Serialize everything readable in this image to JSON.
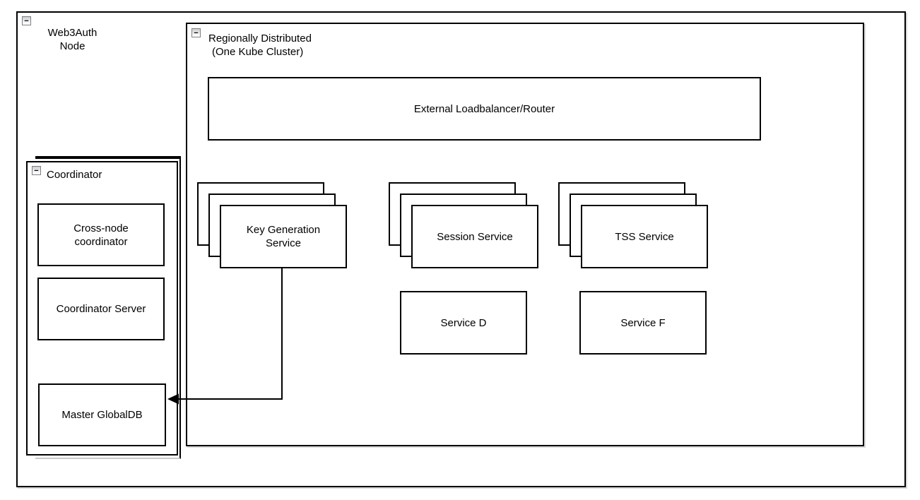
{
  "web3auth_node": {
    "title_line1": "Web3Auth",
    "title_line2": "Node",
    "collapse_glyph": "−"
  },
  "regionally_distributed": {
    "title_line1": "Regionally Distributed",
    "title_line2": "(One Kube Cluster)",
    "collapse_glyph": "−"
  },
  "loadbalancer": {
    "label": "External Loadbalancer/Router"
  },
  "service_stacks": [
    {
      "label": "Key Generation\nService",
      "replicas_shown": 3
    },
    {
      "label": "Session Service",
      "replicas_shown": 3
    },
    {
      "label": "TSS Service",
      "replicas_shown": 3
    }
  ],
  "standalone_services": [
    {
      "label": "Service D"
    },
    {
      "label": "Service F"
    }
  ],
  "coordinator": {
    "title": "Coordinator",
    "collapse_glyph": "−",
    "boxes": [
      {
        "label": "Cross-node\ncoordinator"
      },
      {
        "label": "Coordinator Server"
      },
      {
        "label": "Master GlobalDB"
      }
    ]
  },
  "connections": [
    {
      "from": "Key Generation Service",
      "to": "Master GlobalDB",
      "style": "orthogonal-arrow"
    }
  ],
  "colors": {
    "line": "#000000",
    "fill": "#ffffff",
    "shadow": "#d9d9d9"
  }
}
